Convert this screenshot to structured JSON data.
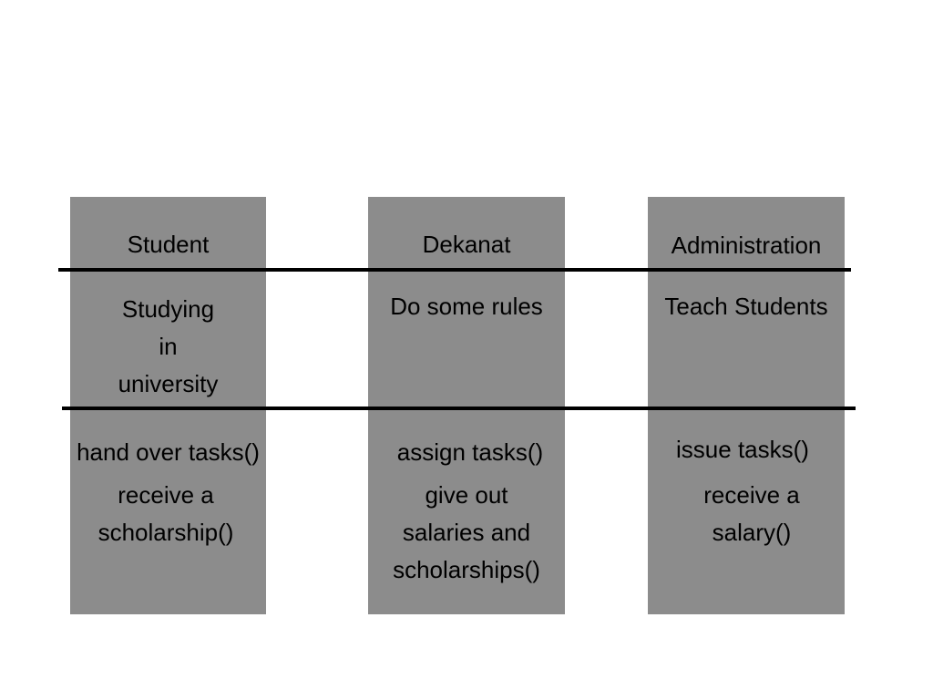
{
  "classes": [
    {
      "name": "Student",
      "attribute": "Studying\nin\nuniversity",
      "methods": [
        "hand over tasks()",
        "receive a\nscholarship()"
      ]
    },
    {
      "name": "Dekanat",
      "attribute": "Do some rules",
      "methods": [
        "assign tasks()",
        "give out\nsalaries and\nscholarships()"
      ]
    },
    {
      "name": "Administration",
      "attribute": "Teach Students",
      "methods": [
        "issue tasks()",
        "receive a\nsalary()"
      ]
    }
  ],
  "colors": {
    "box_fill": "#8c8c8c",
    "divider": "#000000",
    "background": "#ffffff"
  }
}
